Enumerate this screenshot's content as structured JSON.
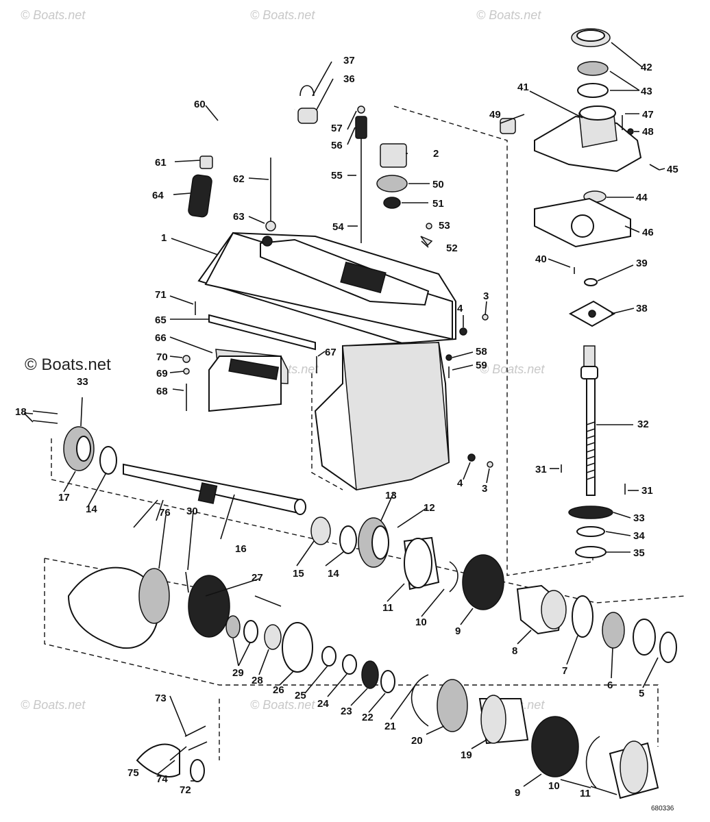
{
  "watermark": "© Boats.net",
  "drawing_code": "680336",
  "part_labels": [
    "1",
    "2",
    "3",
    "3",
    "4",
    "4",
    "5",
    "6",
    "7",
    "8",
    "9",
    "9",
    "10",
    "10",
    "11",
    "11",
    "12",
    "13",
    "14",
    "14",
    "15",
    "16",
    "17",
    "18",
    "19",
    "20",
    "21",
    "22",
    "23",
    "24",
    "25",
    "26",
    "27",
    "28",
    "29",
    "30",
    "31",
    "31",
    "32",
    "33",
    "33",
    "34",
    "35",
    "36",
    "37",
    "38",
    "39",
    "40",
    "41",
    "42",
    "43",
    "44",
    "45",
    "46",
    "47",
    "48",
    "49",
    "50",
    "51",
    "52",
    "53",
    "54",
    "55",
    "56",
    "57",
    "58",
    "59",
    "60",
    "61",
    "62",
    "63",
    "64",
    "65",
    "66",
    "67",
    "68",
    "69",
    "70",
    "71",
    "72",
    "73",
    "74",
    "75",
    "76"
  ]
}
